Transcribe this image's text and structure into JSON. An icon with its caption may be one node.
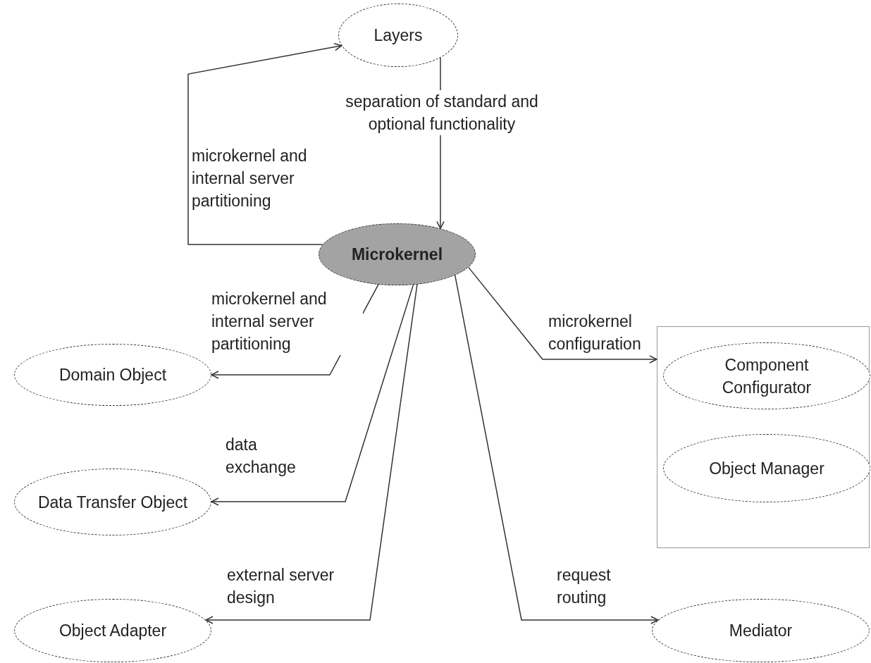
{
  "diagram": {
    "nodes": [
      {
        "text": [
          "Layers"
        ]
      },
      {
        "text": [
          "Microkernel"
        ]
      },
      {
        "text": [
          "Domain Object"
        ]
      },
      {
        "text": [
          "Data Transfer Object"
        ]
      },
      {
        "text": [
          "Object Adapter"
        ]
      },
      {
        "text": [],
        "shape": "box"
      },
      {
        "text": [
          "Component Configurator"
        ],
        "in": 5
      },
      {
        "text": [
          "Object Manager"
        ],
        "in": 5
      },
      {
        "text": [
          "Mediator"
        ]
      }
    ],
    "edges": [
      {
        "from": 1,
        "to": 0,
        "arrow": "to",
        "label": "microkernel and internal server partitioning"
      },
      {
        "from": 0,
        "to": 1,
        "arrow": "to",
        "label": "separation of standard and optional functionality"
      },
      {
        "from": 1,
        "to": 2,
        "arrow": "to",
        "label": "microkernel and internal server partitioning"
      },
      {
        "from": 1,
        "to": 3,
        "arrow": "to",
        "label": "data exchange"
      },
      {
        "from": 1,
        "to": 4,
        "arrow": "to",
        "label": "external server design"
      },
      {
        "from": 1,
        "to": 8,
        "arrow": "to",
        "label": "request routing"
      },
      {
        "from": 1,
        "to": 5,
        "arrow": "to",
        "label": "microkernel configuration"
      }
    ]
  }
}
